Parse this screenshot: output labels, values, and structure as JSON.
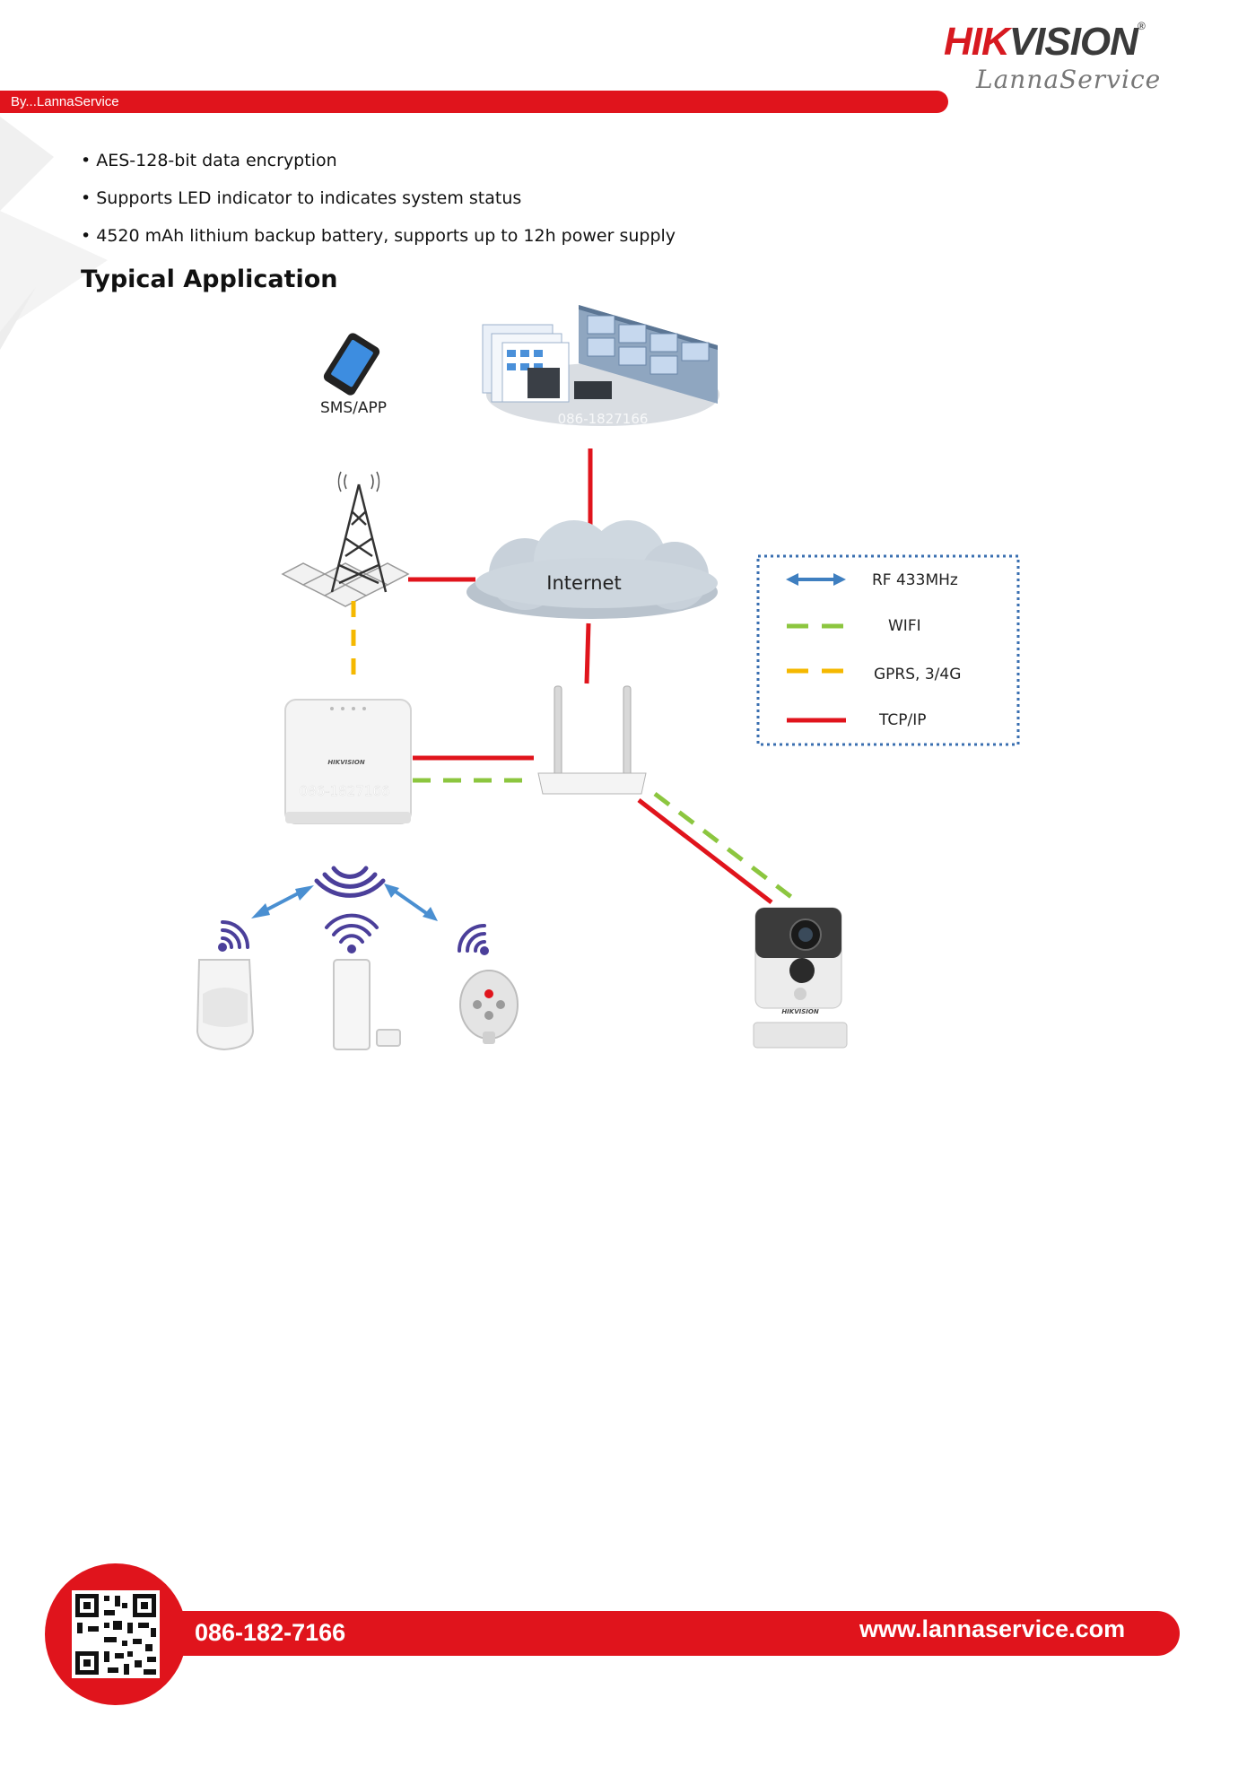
{
  "brand": {
    "logo_red": "HIK",
    "logo_dark": "VISION",
    "logo_reg": "®",
    "subtitle": "LannaService",
    "accent_color": "#e0141c"
  },
  "header": {
    "byline": "By...LannaService"
  },
  "features": [
    "• AES-128-bit data encryption",
    "• Supports LED indicator to indicates system status",
    "• 4520 mAh lithium backup battery, supports up to 12h power supply"
  ],
  "section": {
    "title": "Typical Application"
  },
  "diagram": {
    "sms_label": "SMS/APP",
    "internet_label": "Internet",
    "watermark": "086-1827166",
    "device_brand": "HIKVISION",
    "legend": [
      {
        "label": "RF 433MHz",
        "style": "double-arrow",
        "color": "#3f7fc0"
      },
      {
        "label": "WIFI",
        "style": "dashed",
        "color": "#8cc63f"
      },
      {
        "label": "GPRS, 3/4G",
        "style": "dashed",
        "color": "#f5b800"
      },
      {
        "label": "TCP/IP",
        "style": "solid",
        "color": "#e0141c"
      }
    ]
  },
  "footer": {
    "phone": "086-182-7166",
    "website": "www.lannaservice.com"
  }
}
